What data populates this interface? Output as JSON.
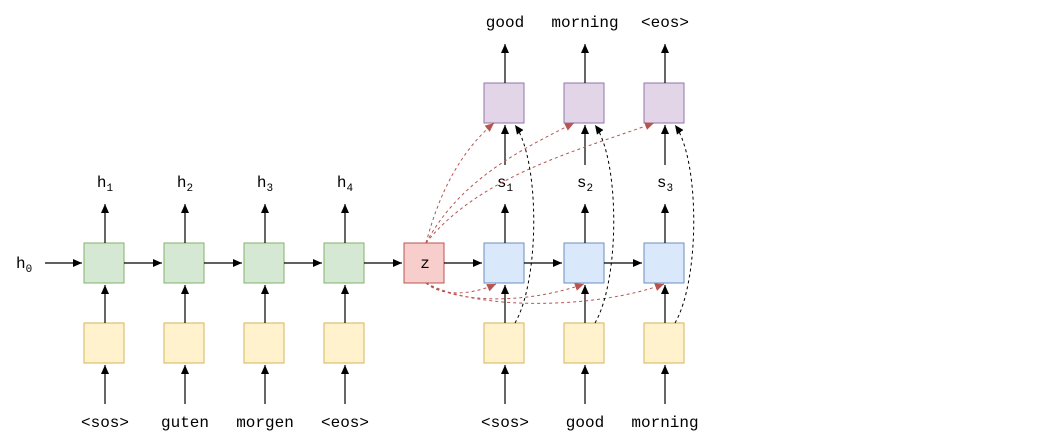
{
  "colors": {
    "encoder_fill": "#d5e8d4",
    "encoder_stroke": "#82b366",
    "embed_fill": "#fff2cc",
    "embed_stroke": "#d6b656",
    "context_fill": "#f8cecc",
    "context_stroke": "#b85450",
    "decoder_fill": "#dae8fc",
    "decoder_stroke": "#6c8ebf",
    "output_fill": "#e1d5e7",
    "output_stroke": "#9673a6",
    "attention_line": "#b85450"
  },
  "encoder": {
    "initial_state": {
      "base": "h",
      "sub": "0"
    },
    "inputs": [
      "<sos>",
      "guten",
      "morgen",
      "<eos>"
    ],
    "hidden": [
      {
        "base": "h",
        "sub": "1"
      },
      {
        "base": "h",
        "sub": "2"
      },
      {
        "base": "h",
        "sub": "3"
      },
      {
        "base": "h",
        "sub": "4"
      }
    ]
  },
  "context": {
    "label": "z"
  },
  "decoder": {
    "inputs": [
      "<sos>",
      "good",
      "morning"
    ],
    "states": [
      {
        "base": "s",
        "sub": "1"
      },
      {
        "base": "s",
        "sub": "2"
      },
      {
        "base": "s",
        "sub": "3"
      }
    ],
    "outputs": [
      "good",
      "morning",
      "<eos>"
    ]
  }
}
